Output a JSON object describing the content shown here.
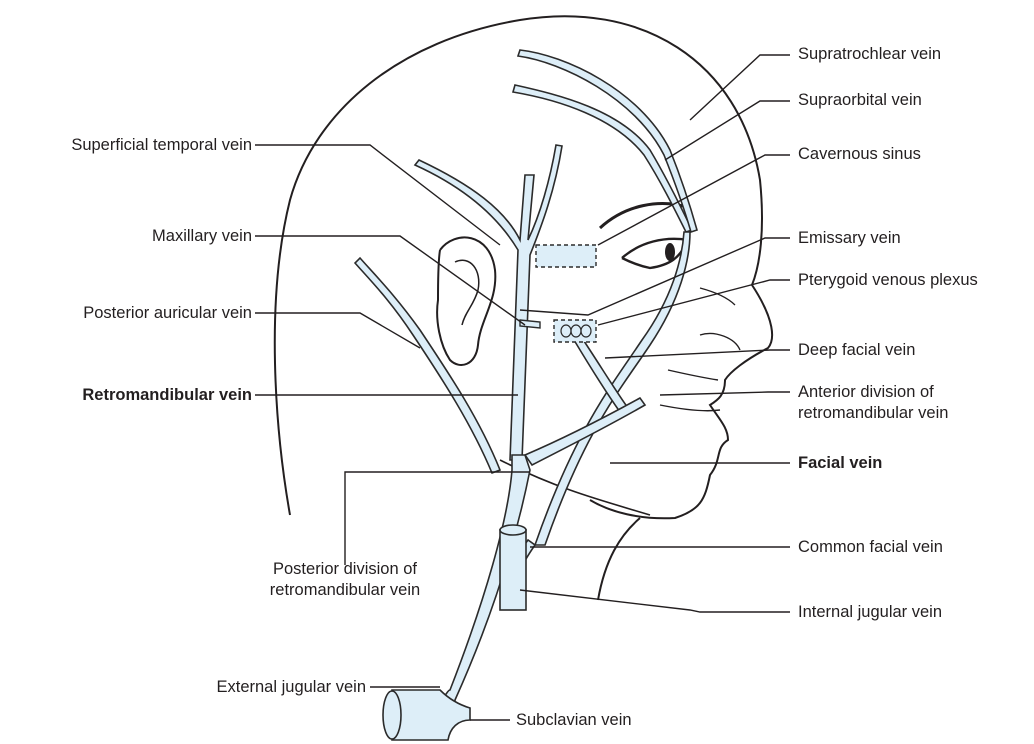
{
  "labels": {
    "supratrochlear": "Supratrochlear vein",
    "supraorbital": "Supraorbital vein",
    "cavernous": "Cavernous sinus",
    "emissary": "Emissary vein",
    "pterygoid": "Pterygoid venous plexus",
    "deep_facial": "Deep facial vein",
    "anterior_division_line1": "Anterior division of",
    "anterior_division_line2": "retromandibular vein",
    "facial": "Facial vein",
    "common_facial": "Common facial vein",
    "internal_jugular": "Internal jugular vein",
    "superficial_temporal": "Superficial temporal vein",
    "maxillary": "Maxillary vein",
    "posterior_auricular": "Posterior auricular vein",
    "retromandibular": "Retromandibular vein",
    "posterior_division_line1": "Posterior division of",
    "posterior_division_line2": "retromandibular vein",
    "external_jugular": "External jugular vein",
    "subclavian": "Subclavian vein"
  },
  "colors": {
    "outline": "#231f20",
    "vein_fill": "#ddeef8",
    "vein_stroke": "#2b2b2b"
  }
}
